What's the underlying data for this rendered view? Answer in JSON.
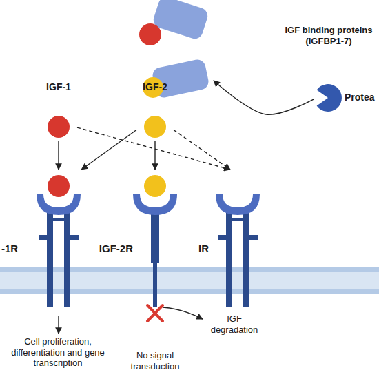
{
  "diagram": {
    "nodes": [
      {
        "text": [
          "IGF binding proteins (IGFBP1-7)"
        ]
      },
      {
        "text": [
          "IGF-1"
        ]
      },
      {
        "text": [
          "IGF-2"
        ]
      },
      {
        "text": [
          "Protea"
        ]
      },
      {
        "text": [
          "-1R"
        ]
      },
      {
        "text": [
          "IGF-2R"
        ]
      },
      {
        "text": [
          "IR"
        ]
      }
    ],
    "edges": [
      {
        "from": 3,
        "to": 0,
        "arrow": "to"
      },
      {
        "from": 1,
        "to": 4,
        "arrow": "to"
      },
      {
        "from": 1,
        "to": 6,
        "arrow": "to"
      },
      {
        "from": 2,
        "to": 4,
        "arrow": "to"
      },
      {
        "from": 2,
        "to": 5,
        "arrow": "to"
      },
      {
        "from": 2,
        "to": 6,
        "arrow": "to"
      }
    ],
    "labels": [
      "Cell proliferation, differentiation and gene transcription",
      "No signal transduction",
      "IGF degradation"
    ]
  }
}
